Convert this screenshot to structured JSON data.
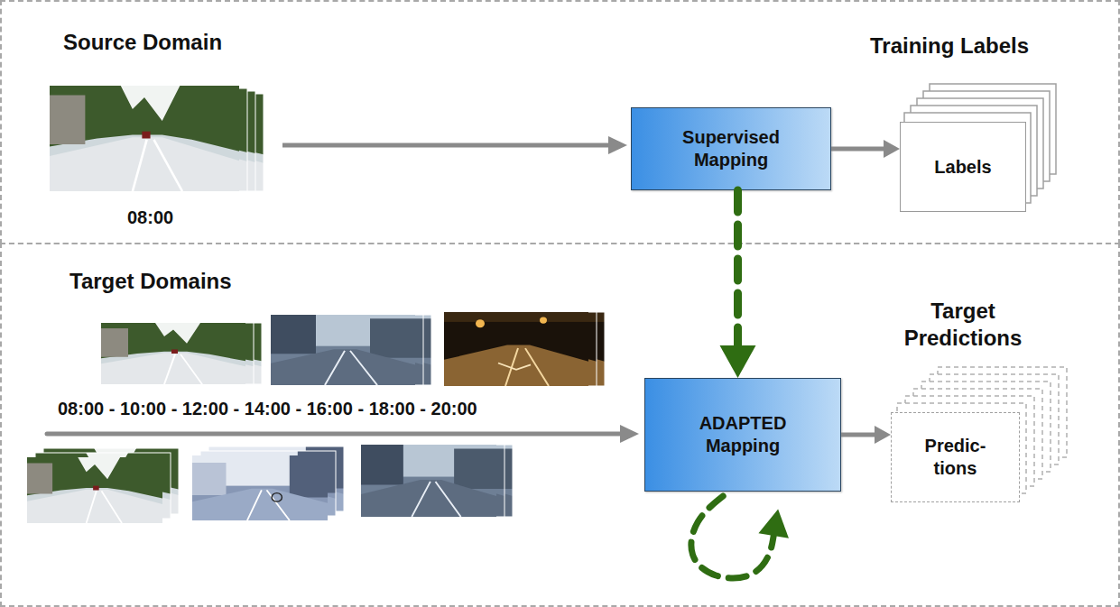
{
  "diagram": {
    "nodes": [
      {
        "text": [
          "Source Domain",
          "08:00"
        ]
      },
      {
        "text": [
          "Supervised Mapping"
        ],
        "in": 0
      },
      {
        "text": [
          "Training Labels",
          "Labels"
        ],
        "in": 0
      },
      {
        "text": [
          "Target Domains",
          "08:00 - 10:00 - 12:00 - 14:00 - 16:00 - 18:00 - 20:00"
        ]
      },
      {
        "text": [
          "ADAPTED Mapping"
        ],
        "in": 3
      },
      {
        "text": [
          "Target Predictions",
          "Predic- tions"
        ],
        "in": 3
      }
    ],
    "edges": [
      {
        "from": 1,
        "to": 2,
        "arrow": "to"
      },
      {
        "from": 1,
        "to": 4,
        "arrow": "to"
      },
      {
        "from": 4,
        "to": 5,
        "arrow": "to"
      },
      {
        "from": 4,
        "to": 4,
        "arrow": "to"
      }
    ]
  }
}
